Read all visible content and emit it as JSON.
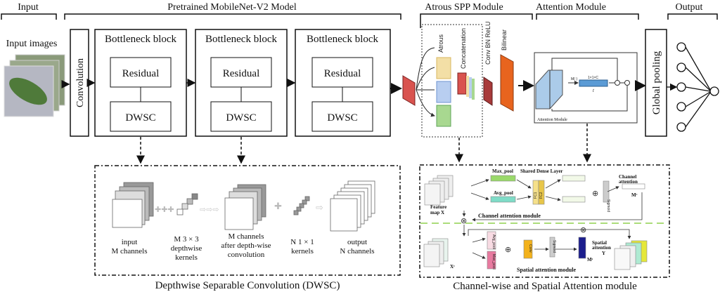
{
  "sections": {
    "input": "Input",
    "mobilenet": "Pretrained MobileNet-V2 Model",
    "aspp": "Atrous SPP Module",
    "attention": "Attention Module",
    "output": "Output"
  },
  "input_images_label": "Input images",
  "convolution_label": "Convolution",
  "bottleneck_blocks": [
    {
      "title": "Bottleneck block",
      "residual": "Residual",
      "dwsc": "DWSC"
    },
    {
      "title": "Bottleneck block",
      "residual": "Residual",
      "dwsc": "DWSC"
    },
    {
      "title": "Bottleneck block",
      "residual": "Residual",
      "dwsc": "DWSC"
    }
  ],
  "aspp": {
    "atrous": "Atrous",
    "concatenation": "Concatenation",
    "conv_bn_relu": "Conv BN ReLU",
    "bilinear": "Bilinear"
  },
  "attention_inset": {
    "label": "Attention Module",
    "func": "M(·)",
    "vector": "1×1×C",
    "t": "t"
  },
  "global_pooling": "Global pooling",
  "dwsc_panel": {
    "caption": "Depthwise Separable Convolution (DWSC)",
    "steps": [
      [
        "input",
        "M channels"
      ],
      [
        "M 3 × 3",
        "depthwise",
        "kernels"
      ],
      [
        "M channels",
        "after depth-wise",
        "convolution"
      ],
      [
        "N 1 × 1",
        "kernels"
      ],
      [
        "output",
        "N channels"
      ]
    ]
  },
  "cbam_panel": {
    "caption": "Channel-wise and Spatial Attention module",
    "max_pool": "Max_pool",
    "avg_pool": "Avg_pool",
    "shared_dense": "Shared Dense Layer",
    "fc1": "FC1",
    "fc2": "FC2",
    "sigmoid": "Sigmoid",
    "channel_attention": [
      "Channel",
      "attention"
    ],
    "mc": "Mᶜ",
    "feature_map": [
      "Feature",
      "map X"
    ],
    "channel_module": "Channel attention module",
    "xc": "Xᶜ",
    "avg_pool_s": "Avg_pool",
    "max_pool_s": "Max_pool",
    "conv": "Conv",
    "ms": "Mˢ",
    "spatial_attention": [
      "Spatial",
      "attention",
      "Y"
    ],
    "spatial_module": "Spatial attention module"
  },
  "colors": {
    "aspp_red": "#d9534f",
    "bilinear_orange": "#e8641e",
    "attention_blue": "#5b9bd5",
    "green_dash": "#8fd14f"
  }
}
